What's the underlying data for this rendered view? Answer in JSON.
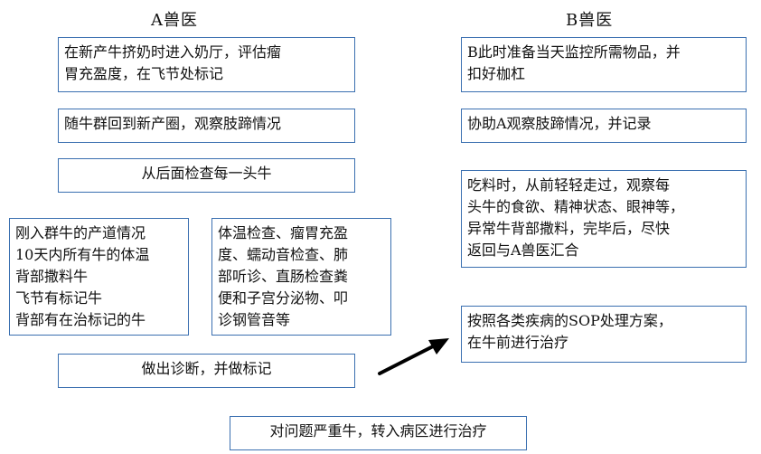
{
  "headers": {
    "a": "A兽医",
    "b": "B兽医"
  },
  "a_steps": {
    "step1": "在新产牛挤奶时进入奶厅，评估瘤\n胃充盈度，在飞节处标记",
    "step2": "随牛群回到新产圈，观察肢蹄情况",
    "step3": "从后面检查每一头牛",
    "targets": "刚入群牛的产道情况\n10天内所有牛的体温\n背部撒料牛\n飞节有标记牛\n背部有在治标记的牛",
    "exams": "体温检查、瘤胃充盈\n度、蠕动音检查、肺\n部听诊、直肠检查粪\n便和子宫分泌物、叩\n诊钢管音等",
    "diagnose": "做出诊断，并做标记"
  },
  "b_steps": {
    "step1": "B此时准备当天监控所需物品，并\n扣好枷杠",
    "step2": "协助A观察肢蹄情况，并记录",
    "step3": "吃料时，从前轻轻走过，观察每\n头牛的食欲、精神状态、眼神等，\n异常牛背部撒料，完毕后，尽快\n返回与A兽医汇合",
    "treat": "按照各类疾病的SOP处理方案，\n在牛前进行治疗"
  },
  "final_step": "对问题严重牛，转入病区进行治疗"
}
